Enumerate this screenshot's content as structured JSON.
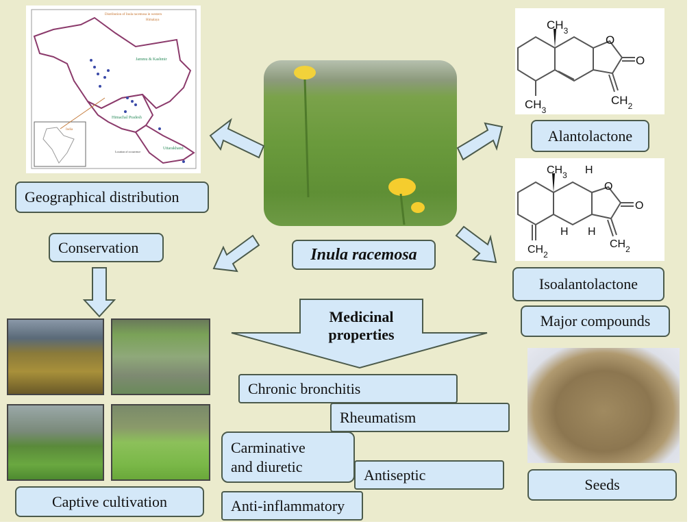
{
  "diagram": {
    "central": {
      "label": "Inula racemosa",
      "photo": "inula-plant-photo"
    },
    "map": {
      "title_line1": "Distribution of Inula racemosa in western",
      "title_line2": "Himalaya",
      "regions": [
        "Jammu & Kashmir",
        "Himachal Pradesh",
        "Uttarakhand"
      ],
      "inset_label": "India",
      "legend": "Location of occurrence"
    },
    "labels": {
      "geo": "Geographical distribution",
      "conservation": "Conservation",
      "captive": "Captive cultivation",
      "alantolactone": "Alantolactone",
      "isoalantolactone": "Isoalantolactone",
      "major": "Major compounds",
      "seeds": "Seeds",
      "medicinal_line1": "Medicinal",
      "medicinal_line2": "properties"
    },
    "properties": [
      "Chronic bronchitis",
      "Rheumatism",
      "Carminative",
      "and diuretic",
      "Antiseptic",
      "Anti-inflammatory"
    ],
    "chem": {
      "ch3": "CH3",
      "ch2": "CH2",
      "o": "O",
      "h": "H"
    },
    "colors": {
      "background": "#ebebcd",
      "box_fill": "#d4e8f8",
      "box_border": "#4b5a4b",
      "arrow_fill": "#d4e8f8"
    }
  }
}
